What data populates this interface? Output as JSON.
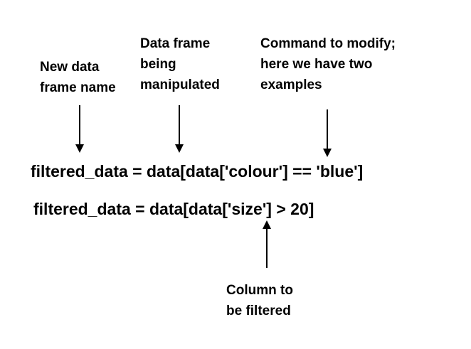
{
  "annotations": {
    "new_name": [
      "New data",
      "frame name"
    ],
    "data_frame": [
      "Data frame",
      "being",
      "manipulated"
    ],
    "command": [
      "Command to modify;",
      "here we have two",
      "examples"
    ],
    "column": [
      "Column to",
      "be filtered"
    ]
  },
  "code": {
    "line1": "filtered_data = data[data['colour'] == 'blue']",
    "line2": "filtered_data = data[data['size'] > 20]"
  }
}
